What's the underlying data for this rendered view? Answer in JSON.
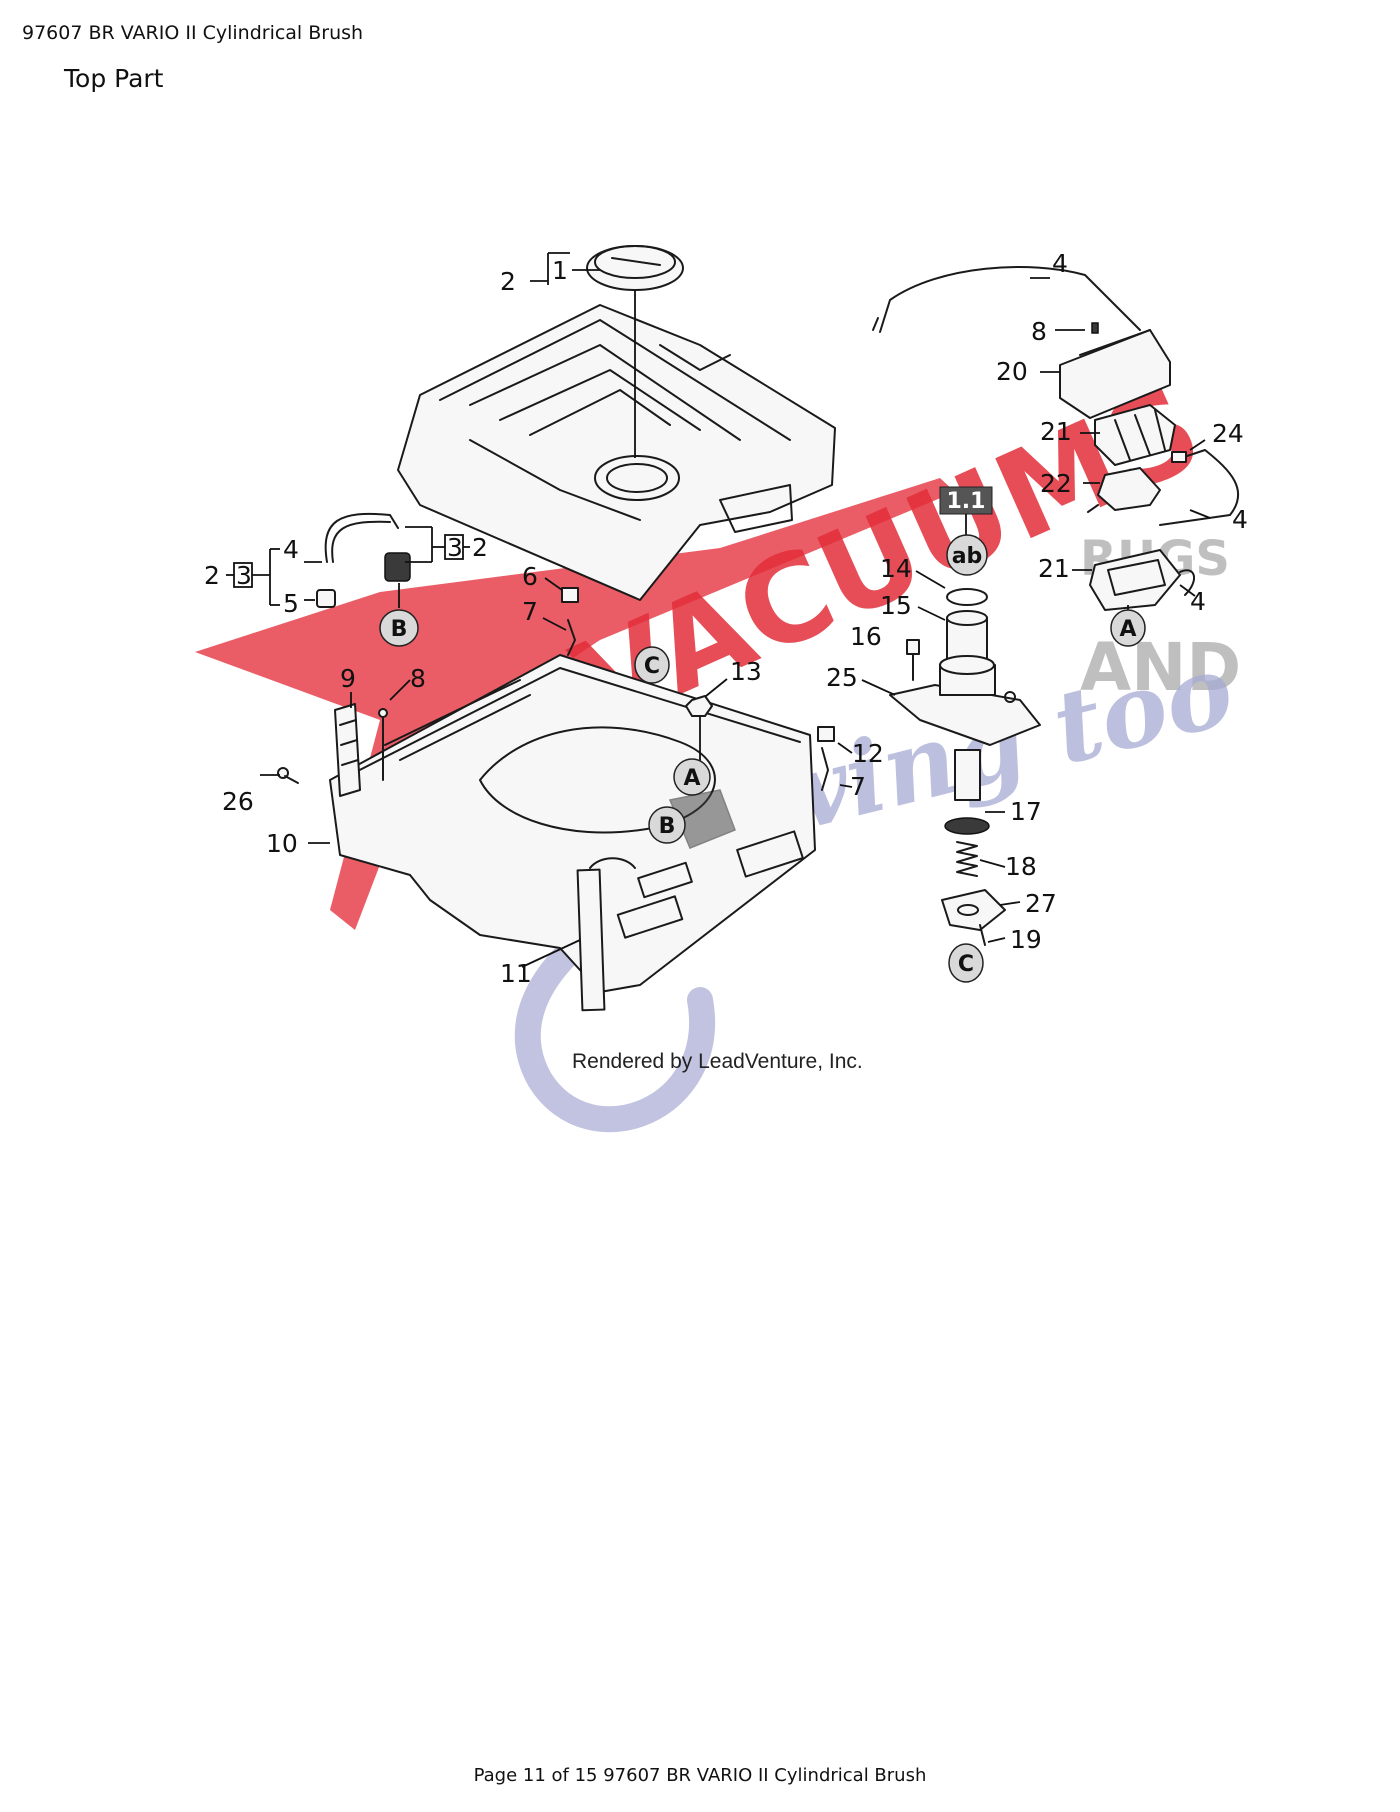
{
  "header": {
    "doc_title": "97607 BR VARIO II Cylindrical Brush",
    "section_title": "Top Part"
  },
  "footer": {
    "page_text": "Page 11 of 15 97607 BR VARIO II Cylindrical Brush"
  },
  "diagram": {
    "caption": "Rendered by LeadVenture, Inc.",
    "ref_box_label": "1.1",
    "ref_circle_label": "ab",
    "markers": {
      "A": "A",
      "B": "B",
      "C": "C"
    },
    "callouts": [
      "1",
      "2",
      "3",
      "4",
      "5",
      "6",
      "7",
      "8",
      "9",
      "10",
      "11",
      "12",
      "13",
      "14",
      "15",
      "16",
      "17",
      "18",
      "19",
      "20",
      "21",
      "22",
      "24",
      "25",
      "26",
      "27"
    ]
  },
  "watermark": {
    "brand_main": "VACUUMS",
    "brand_rugs": "RUGS",
    "brand_and": "AND",
    "brand_script": "Sewing too"
  }
}
